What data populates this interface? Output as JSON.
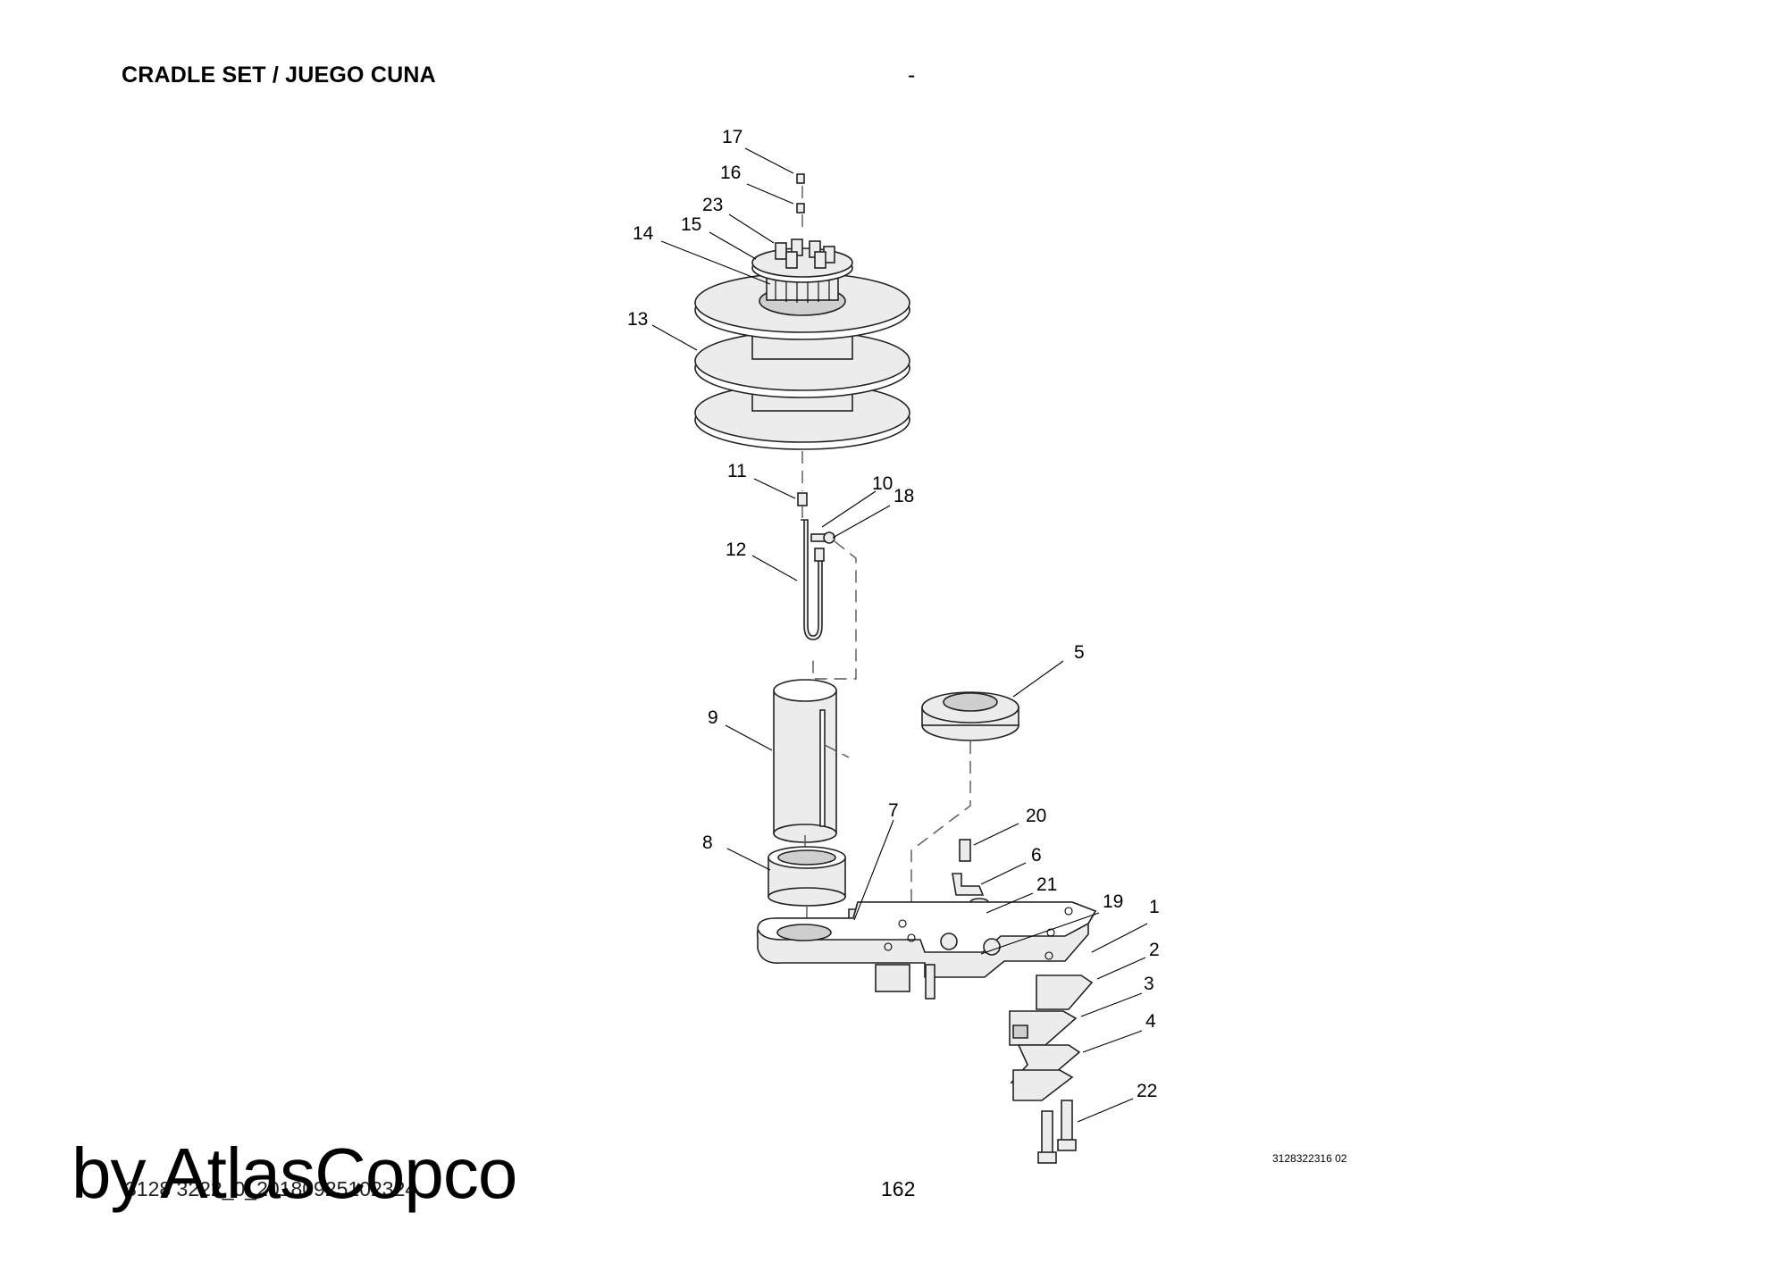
{
  "header": {
    "title": "CRADLE SET / JUEGO CUNA",
    "dash": "-"
  },
  "diagram": {
    "callouts": [
      "17",
      "16",
      "23",
      "15",
      "14",
      "13",
      "11",
      "10",
      "18",
      "12",
      "5",
      "9",
      "7",
      "20",
      "6",
      "8",
      "21",
      "19",
      "1",
      "2",
      "3",
      "4",
      "22"
    ]
  },
  "footer": {
    "drawing_number": "3128322316 02",
    "page_number": "162",
    "doc_code": "3128 3222_0_20180925102324",
    "watermark": "by AtlasCopco"
  }
}
